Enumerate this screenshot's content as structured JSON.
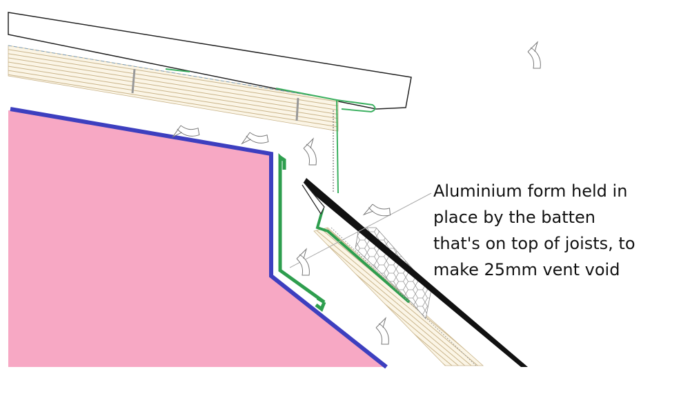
{
  "annotation": {
    "lines": [
      "Aluminium form held in",
      "place by the batten",
      "that's on top of joists, to",
      "make 25mm vent void"
    ]
  },
  "colors": {
    "insulation": "#f7a8c4",
    "membrane": "#3d3fbf",
    "aluminium_form": "#2e9e4e",
    "batten": "#e8d9b8"
  }
}
